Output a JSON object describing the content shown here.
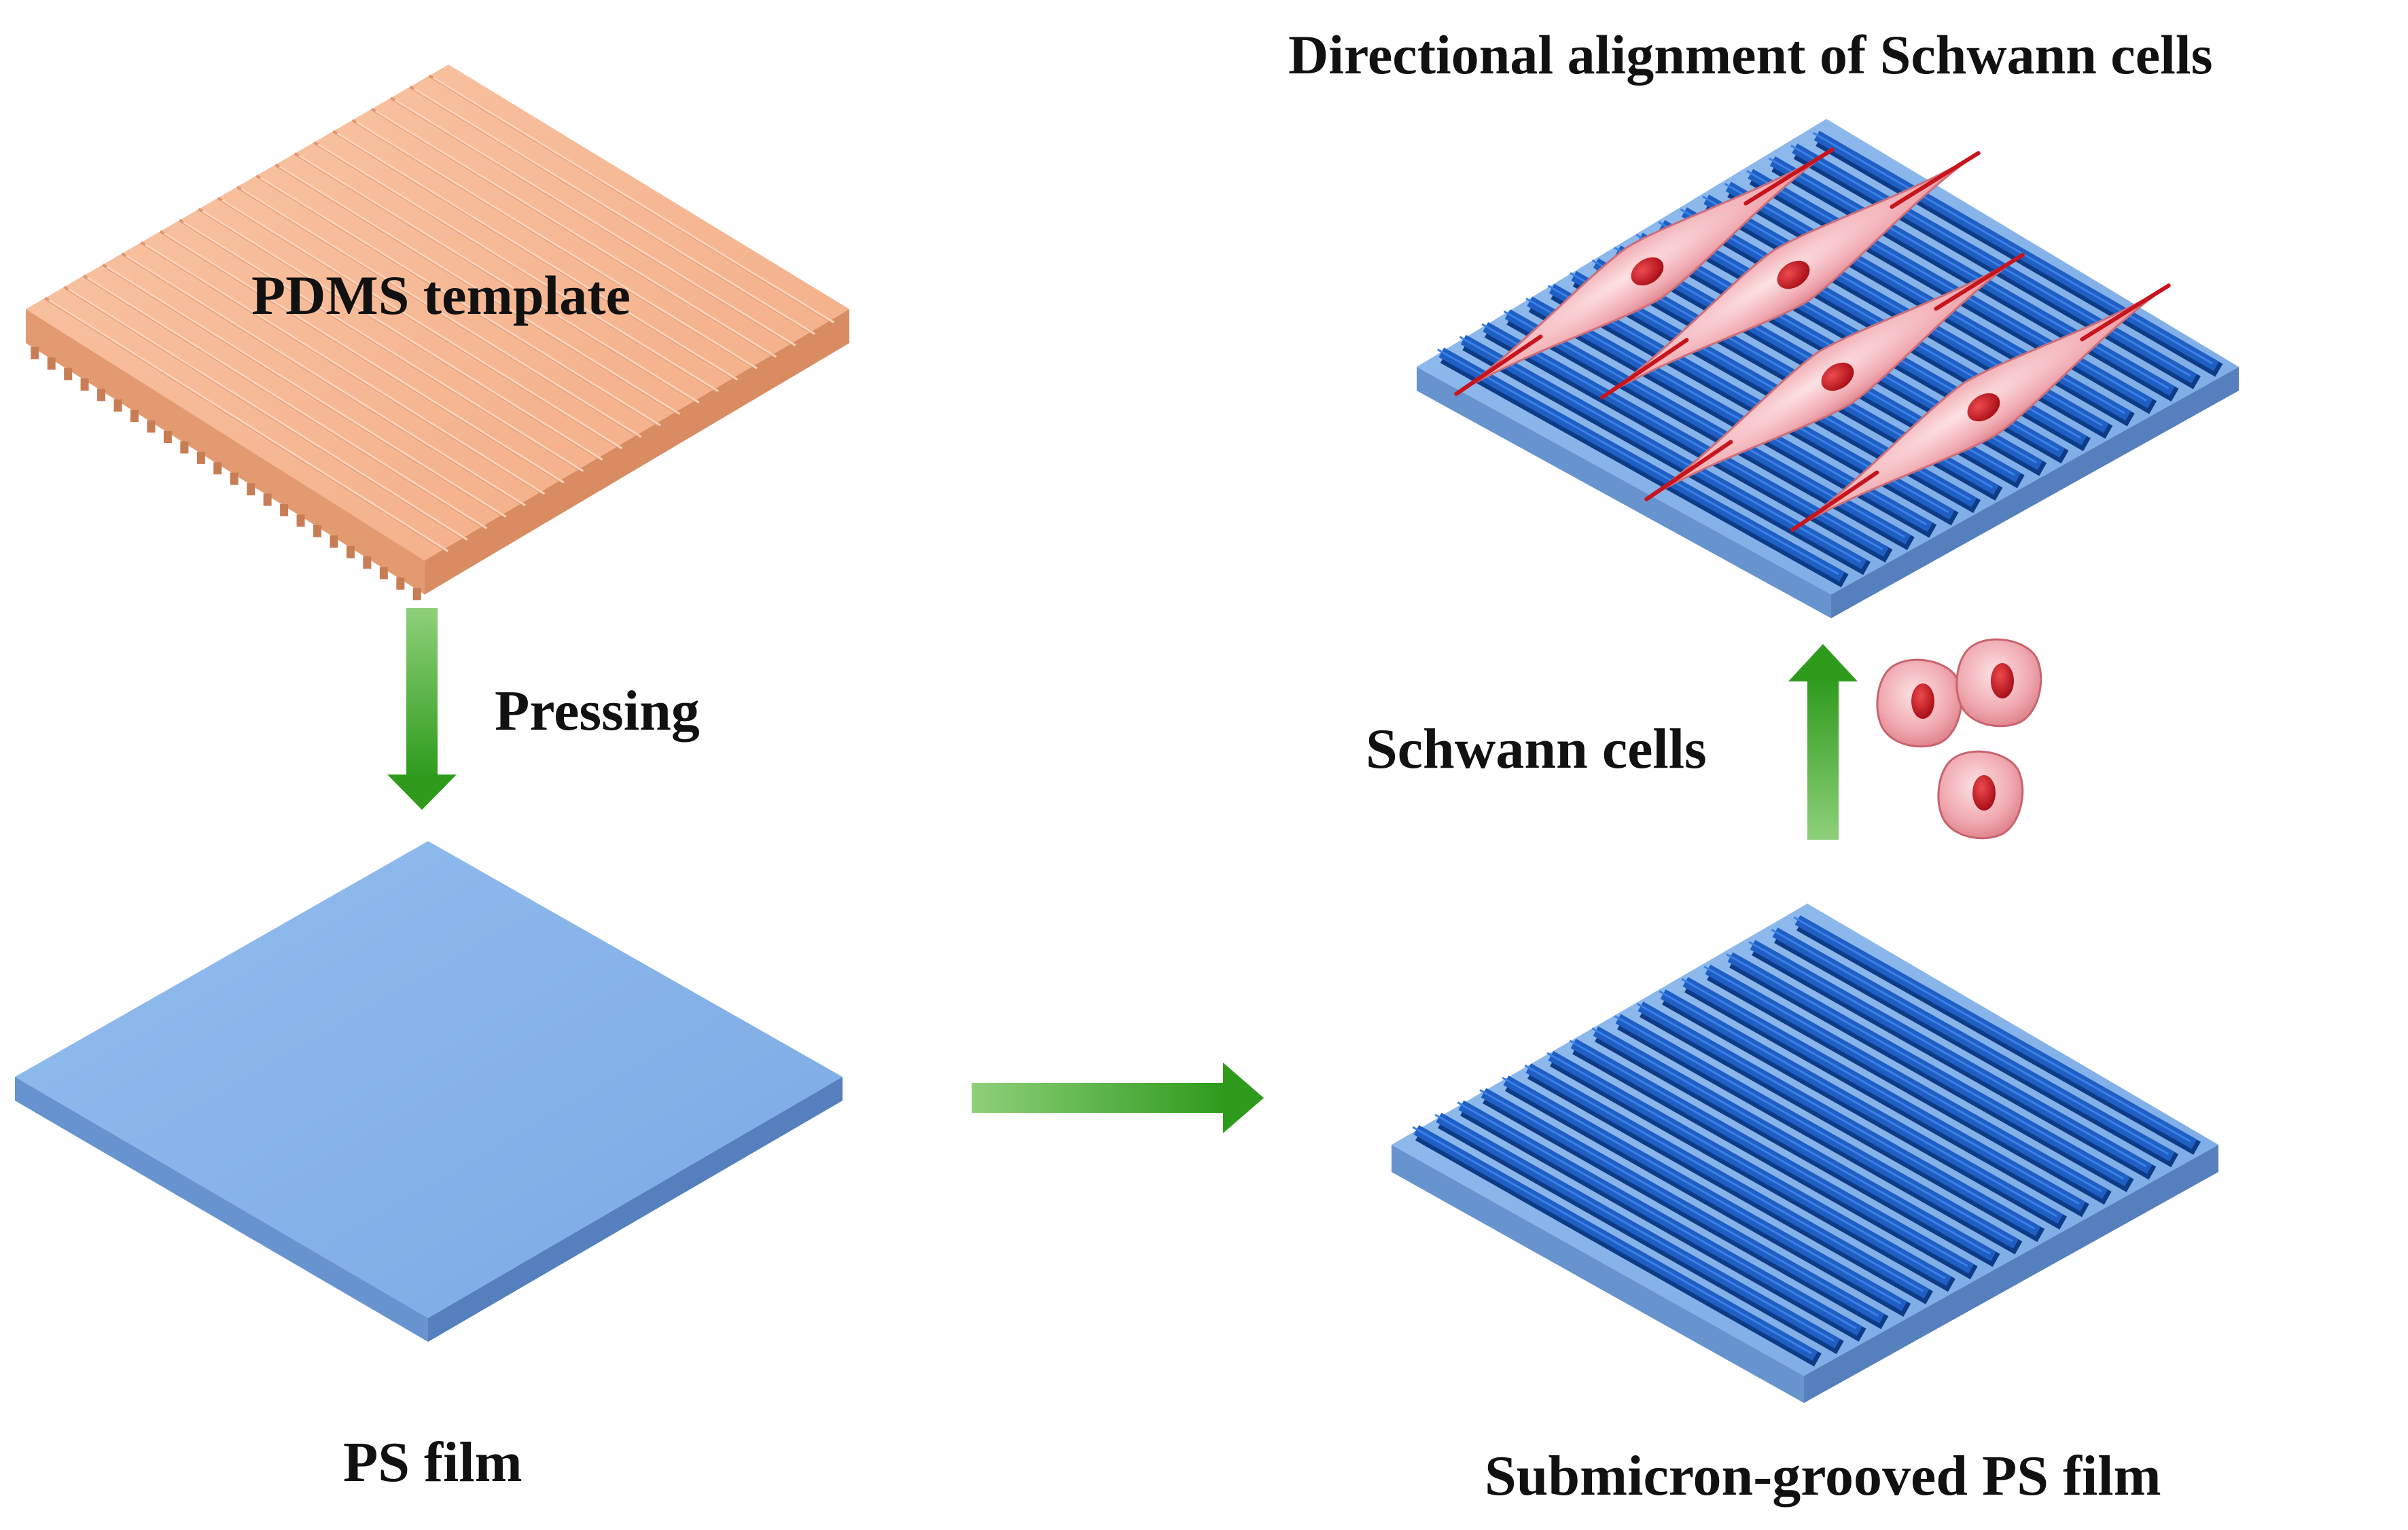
{
  "labels": {
    "pdms_template": "PDMS template",
    "pressing": "Pressing",
    "ps_film": "PS film",
    "schwann_cells": "Schwann cells",
    "grooved_film": "Submicron-grooved PS film",
    "alignment_title": "Directional alignment of Schwann cells"
  },
  "colors": {
    "pdms_top": "#f6b58f",
    "pdms_side": "#e59a73",
    "ps_top": "#87b3e8",
    "ps_side_left": "#6b98d4",
    "ps_side_right": "#5a86c2",
    "groove_ridge": "#1e5cc0",
    "arrow_green": "#3fae2a",
    "cell_body": "#f2b8be",
    "cell_nucleus": "#c8141c"
  },
  "icons": {
    "process_arrow": "green-arrow-icon",
    "cell": "schwann-cell-icon"
  }
}
